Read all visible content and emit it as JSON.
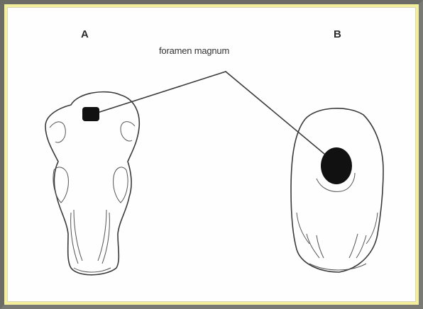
{
  "labels": {
    "a": "A",
    "b": "B",
    "caption": "foramen magnum"
  },
  "colors": {
    "frame": "#6b6c66",
    "background": "#fefefe",
    "ink": "#2a2a2a",
    "accent_edge": "#f4ef9c"
  }
}
